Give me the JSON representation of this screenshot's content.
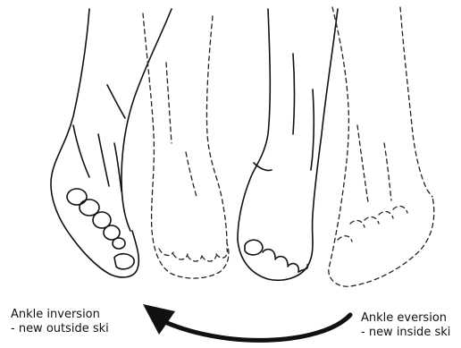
{
  "captions": {
    "inversion": {
      "line1": "Ankle inversion",
      "line2": "- new outside ski"
    },
    "eversion": {
      "line1": "Ankle eversion",
      "line2": "- new inside ski"
    }
  },
  "colors": {
    "ink": "#111111",
    "background": "#ffffff"
  },
  "arrow": {
    "direction": "right-to-left"
  }
}
